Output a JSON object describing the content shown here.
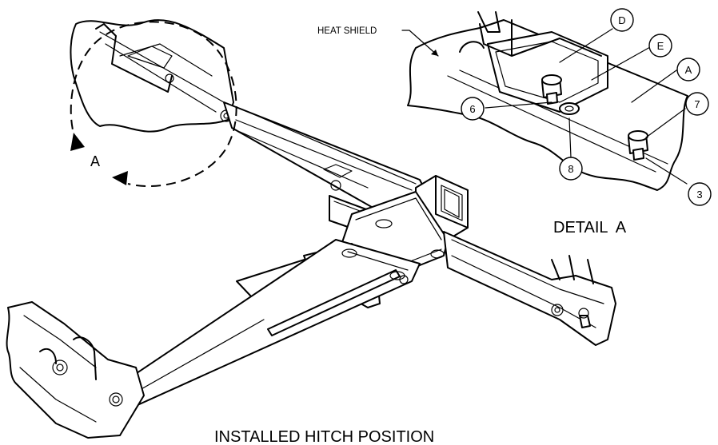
{
  "labels": {
    "heat_shield": "HEAT SHIELD",
    "detail_callout": "A",
    "detail_title": "DETAIL  A",
    "caption": "INSTALLED HITCH POSITION"
  },
  "balloons": {
    "d": "D",
    "e": "E",
    "a": "A",
    "six": "6",
    "seven": "7",
    "eight": "8",
    "three": "3"
  }
}
